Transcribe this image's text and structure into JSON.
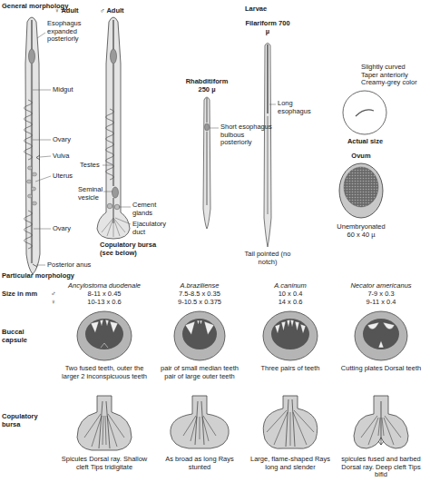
{
  "diagram": {
    "labels": [
      "General morphology",
      "♀ Adult",
      "♂ Adult",
      "Esophagus expanded posteriorly",
      "Midgut",
      "Ovary",
      "Vulva",
      "Uterus",
      "Ovary",
      "Posterior anus",
      "Testes",
      "Seminal vesicle",
      "Cement glands",
      "Ejaculatory duct",
      "Copulatory bursa (see below)",
      "Larvae",
      "Rhabditiform 250 µ",
      "Short esophagus bulbous posteriorly",
      "Filariform 700 µ",
      "Long esophagus",
      "Tail pointed (no notch)",
      "Slightly curved Taper anteriorly Creamy-grey color",
      "Actual size",
      "Ovum",
      "Unembryonated 60 x 40 µ",
      "Particular morphology",
      "Size in mm",
      "♂",
      "♀",
      "Ancylostoma duodenale",
      "8-11 x 0.45",
      "10-13 x 0.6",
      "A.braziliense",
      "7.5-8.5 x 0.35",
      "9-10.5 x 0.375",
      "A.caninum",
      "10 x 0.4",
      "14 x 0.6",
      "Necator americanus",
      "7-9 x 0.3",
      "9-11 x 0.4",
      "Buccal capsule",
      "Two fused teeth, outer the larger 2 inconspicuous teeth",
      "pair of small median teeth pair of large outer teeth",
      "Three pairs of teeth",
      "Cutting plates Dorsal teeth",
      "Copulatory bursa",
      "Spicules Dorsal ray. Shallow cleft Tips tridigitate",
      "As broad as long Rays stunted",
      "Large, flame-shaped Rays long and slender",
      "spicules fused and barbed Dorsal ray. Deep cleft Tips bifid"
    ]
  }
}
